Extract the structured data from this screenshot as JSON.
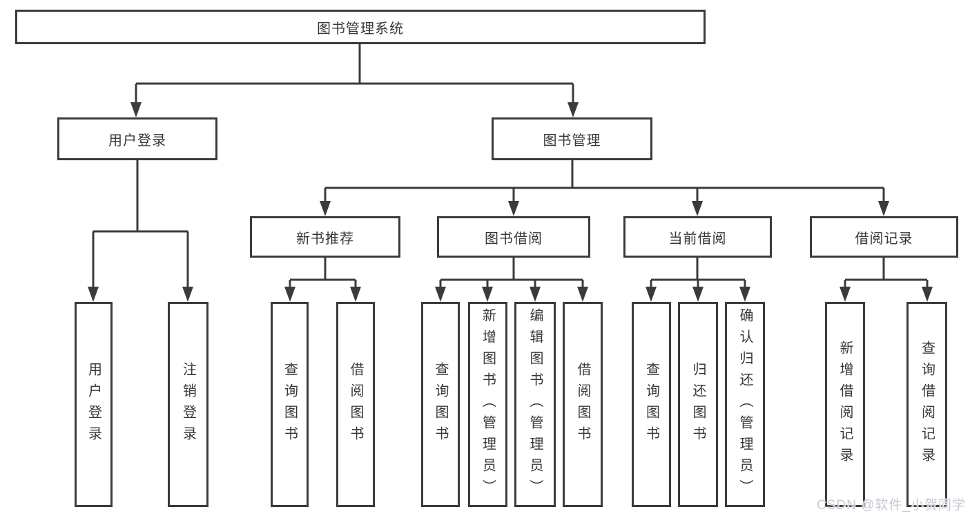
{
  "diagram_title": "图书管理系统",
  "nodes": {
    "root": {
      "label": "图书管理系统"
    },
    "level2": [
      {
        "label": "用户登录"
      },
      {
        "label": "图书管理"
      }
    ],
    "level3": [
      {
        "label": "新书推荐"
      },
      {
        "label": "图书借阅"
      },
      {
        "label": "当前借阅"
      },
      {
        "label": "借阅记录"
      }
    ],
    "leaves": [
      {
        "label": "用户登录",
        "parent": "用户登录"
      },
      {
        "label": "注销登录",
        "parent": "用户登录"
      },
      {
        "label": "查询图书",
        "parent": "新书推荐"
      },
      {
        "label": "借阅图书",
        "parent": "新书推荐"
      },
      {
        "label": "查询图书",
        "parent": "图书借阅"
      },
      {
        "label": "新增图书（管理员）",
        "parent": "图书借阅"
      },
      {
        "label": "编辑图书（管理员）",
        "parent": "图书借阅"
      },
      {
        "label": "借阅图书",
        "parent": "图书借阅"
      },
      {
        "label": "查询图书",
        "parent": "当前借阅"
      },
      {
        "label": "归还图书",
        "parent": "当前借阅"
      },
      {
        "label": "确认归还（管理员）",
        "parent": "当前借阅"
      },
      {
        "label": "新增借阅记录",
        "parent": "借阅记录"
      },
      {
        "label": "查询借阅记录",
        "parent": "借阅记录"
      }
    ]
  },
  "watermark": "CSDN @软件_小贺同学",
  "colors": {
    "line": "#3b3b3b",
    "box_border": "#3b3b3b",
    "text": "#383838",
    "watermark": "#c6cad2",
    "background": "#ffffff"
  }
}
